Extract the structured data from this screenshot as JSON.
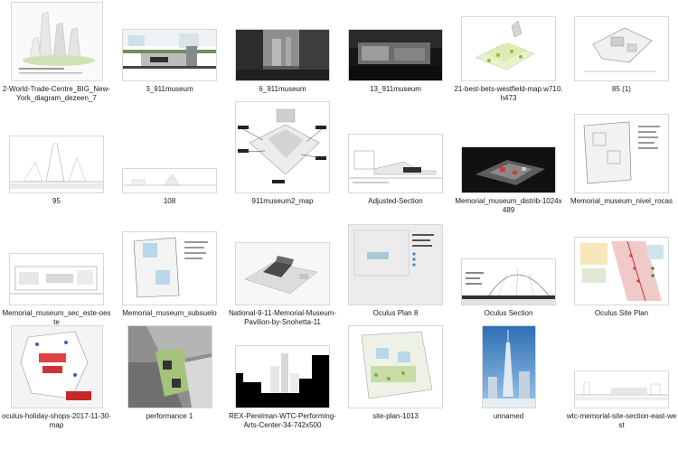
{
  "folder": {
    "items": [
      {
        "name": "2-World-Trade-Centre_BIG_New-York_diagram_dezeen_7",
        "thumb": "towers-diagram"
      },
      {
        "name": "3_911museum",
        "thumb": "museum-section"
      },
      {
        "name": "6_911museum",
        "thumb": "museum-interior"
      },
      {
        "name": "13_911museum",
        "thumb": "museum-hall-dark"
      },
      {
        "name": "21-best-bets-westfield-map.w710.h473",
        "thumb": "westfield-map"
      },
      {
        "name": "85 (1)",
        "thumb": "site-plan-gray"
      },
      {
        "name": "95",
        "thumb": "section-drawing"
      },
      {
        "name": "108",
        "thumb": "long-section"
      },
      {
        "name": "911museum2_map",
        "thumb": "museum-3d-map"
      },
      {
        "name": "Adjusted-Section",
        "thumb": "adjusted-section"
      },
      {
        "name": "Memorial_museum_distrib-1024x489",
        "thumb": "dark-3d-model"
      },
      {
        "name": "Memorial_museum_nivel_rocas",
        "thumb": "floor-plan"
      },
      {
        "name": "Memorial_museum_sec_este-oeste",
        "thumb": "east-west-section"
      },
      {
        "name": "Memorial_museum_subsuelo",
        "thumb": "basement-plan"
      },
      {
        "name": "National-9-11-Memorial-Museum-Pavilion-by-Snohetta-11",
        "thumb": "pavilion-model"
      },
      {
        "name": "Oculus Plan 8",
        "thumb": "oculus-plan"
      },
      {
        "name": "Oculus Section",
        "thumb": "oculus-section"
      },
      {
        "name": "Oculus Site Plan",
        "thumb": "oculus-site-plan"
      },
      {
        "name": "oculus-holiday-shops-2017-11-30-map",
        "thumb": "holiday-map"
      },
      {
        "name": "performance 1",
        "thumb": "performance-aerial"
      },
      {
        "name": "REX-Perelman-WTC-Performing-Arts-Center-34-742x500",
        "thumb": "skyline-silhouette"
      },
      {
        "name": "site-plan-1013",
        "thumb": "site-plan-color"
      },
      {
        "name": "unnamed",
        "thumb": "tower-photo"
      },
      {
        "name": "wtc-memorial-site-section-east-west",
        "thumb": "site-section"
      }
    ]
  }
}
